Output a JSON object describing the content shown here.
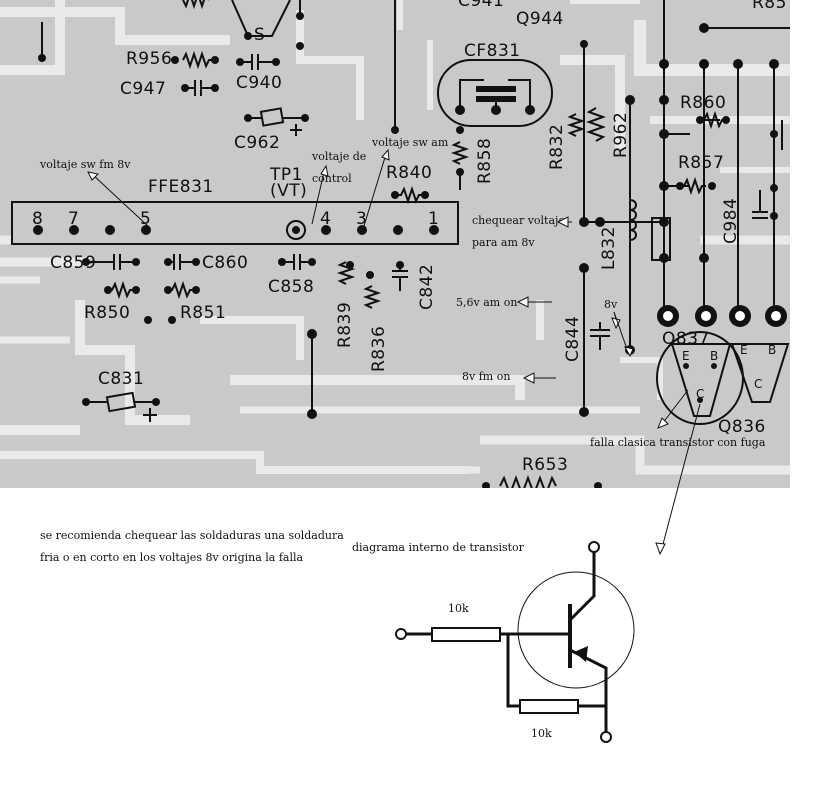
{
  "components": {
    "q944": "Q944",
    "c941": "C941",
    "r85": "R85",
    "cf831": "CF831",
    "r956": "R956",
    "c947": "C947",
    "c940": "C940",
    "c962": "C962",
    "r858": "R858",
    "r832": "R832",
    "r962": "R962",
    "r860": "R860",
    "r857": "R857",
    "c984": "C984",
    "l832": "L832",
    "ffe831": "FFE831",
    "tp1": "TP1",
    "tp1_sub": "(VT)",
    "r840": "R840",
    "c859": "C859",
    "c860": "C860",
    "c858": "C858",
    "c842": "C842",
    "r850": "R850",
    "r851": "R851",
    "r839": "R839",
    "r836": "R836",
    "c844": "C844",
    "c831": "C831",
    "q837": "Q837",
    "q836": "Q836",
    "r653": "R653",
    "s_pin": "S"
  },
  "connector_pins": [
    "8",
    "7",
    "5",
    "4",
    "3",
    "1"
  ],
  "transistor_pins": {
    "e": "E",
    "b": "B",
    "c": "C"
  },
  "annotations": {
    "voltaje_sw_fm": "voltaje sw fm 8v",
    "voltaje_control_1": "voltaje de",
    "voltaje_control_2": "control",
    "voltaje_sw_am": "voltaje sw am",
    "chequear_1": "chequear voltaje",
    "chequear_2": "para am 8v",
    "am_on": "5,6v am on",
    "v8": "8v",
    "fm_on": "8v fm on",
    "falla": "falla clasica transistor con fuga",
    "recomienda_1": "se recomienda chequear las soldaduras una soldadura",
    "recomienda_2": "fria o en corto en los voltajes 8v origina la falla",
    "diagrama": "diagrama interno de transistor",
    "r1": "10k",
    "r2": "10k"
  }
}
